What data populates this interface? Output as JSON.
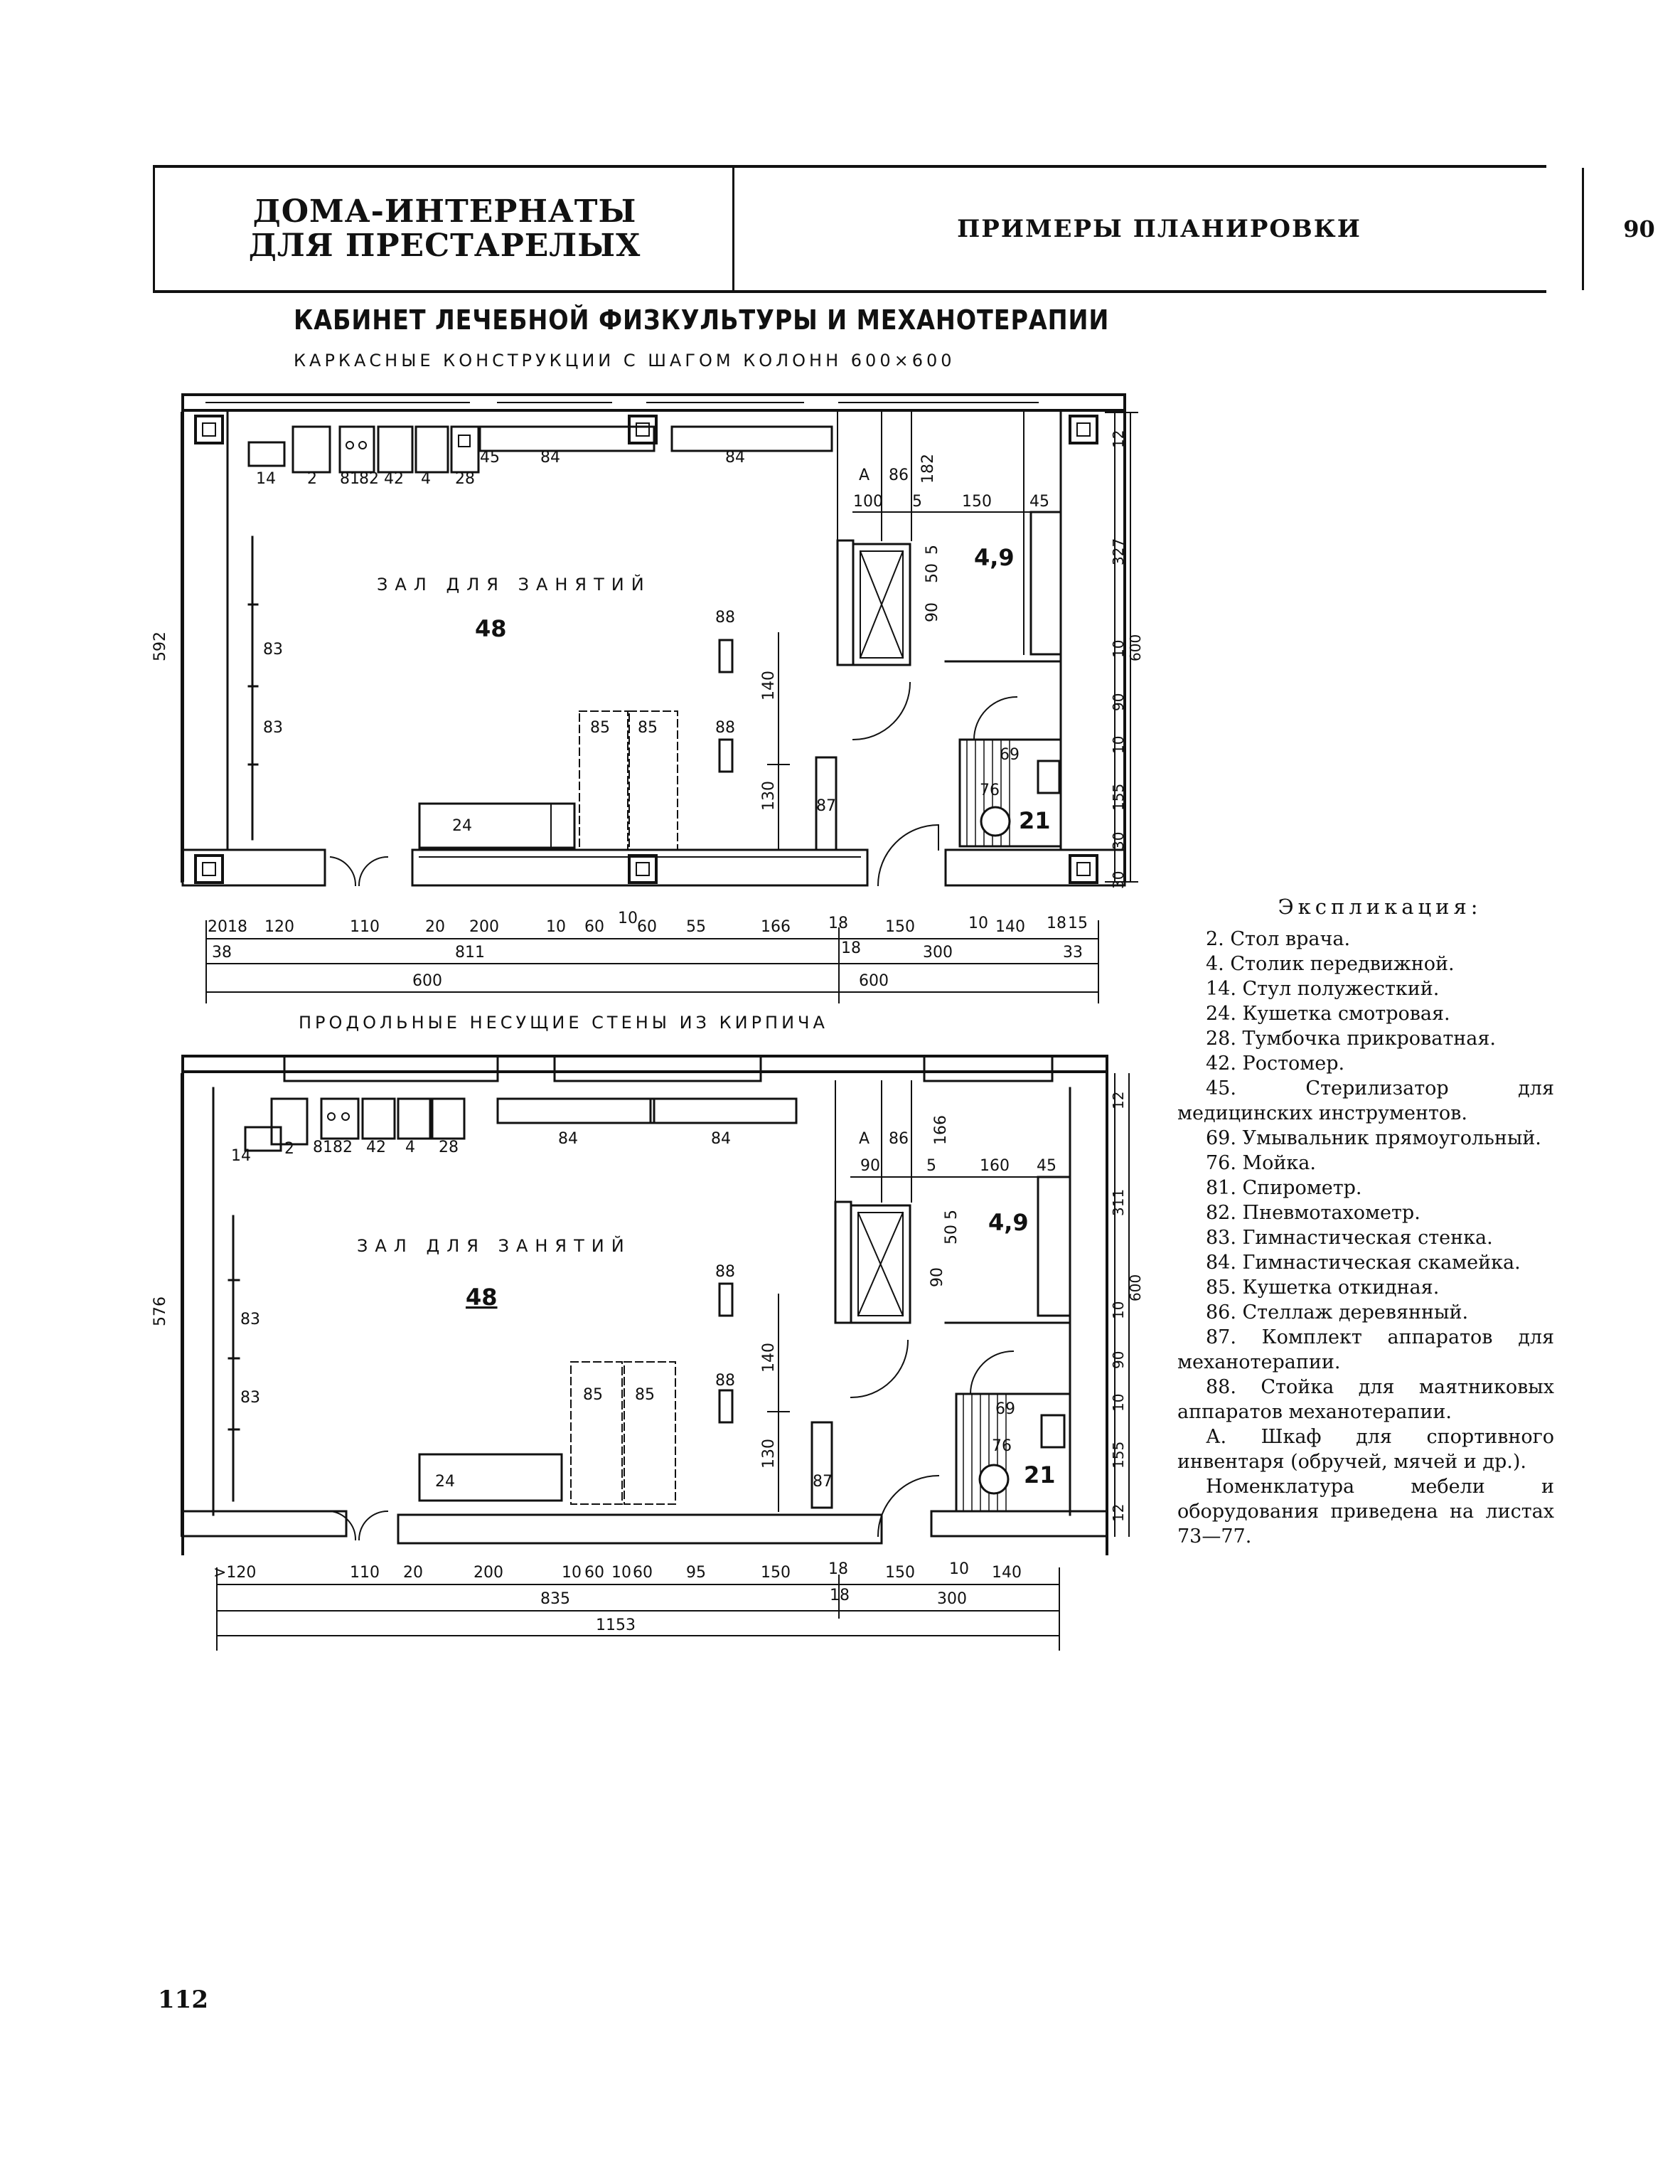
{
  "header": {
    "section_line1": "ДОМА-ИНТЕРНАТЫ",
    "section_line2": "ДЛЯ ПРЕСТАРЕЛЫХ",
    "topic": "ПРИМЕРЫ ПЛАНИРОВКИ",
    "sheet": "90"
  },
  "title": "КАБИНЕТ ЛЕЧЕБНОЙ ФИЗКУЛЬТУРЫ И МЕХАНОТЕРАПИИ",
  "plan1": {
    "subtitle": "КАРКАСНЫЕ КОНСТРУКЦИИ С ШАГОМ КОЛОНН 600×600",
    "hall_name": "ЗАЛ ДЛЯ ЗАНЯТИЙ",
    "hall_num": "48",
    "room_small": "4,9",
    "room_wc": "21",
    "left_dim": "592",
    "dims_row1": [
      "20",
      "18",
      "120",
      "110",
      "20",
      "200",
      "10",
      "60",
      "10",
      "60",
      "55",
      "166",
      "18",
      "150",
      "10",
      "140",
      "18",
      "15"
    ],
    "dims_row2": [
      "38",
      "811",
      "18",
      "300",
      "33"
    ],
    "dims_row3": [
      "600",
      "600"
    ],
    "right_dims": [
      "12",
      "327",
      "10",
      "90",
      "10",
      "155",
      "30",
      "30",
      "600"
    ],
    "inner_dims": [
      "86",
      "182",
      "100",
      "5",
      "150",
      "45",
      "5",
      "50",
      "90",
      "140",
      "130"
    ]
  },
  "plan2": {
    "subtitle": "ПРОДОЛЬНЫЕ НЕСУЩИЕ СТЕНЫ ИЗ КИРПИЧА",
    "hall_name": "ЗАЛ ДЛЯ ЗАНЯТИЙ",
    "hall_num": "48",
    "room_small": "4,9",
    "room_wc": "21",
    "left_dim": "576",
    "dims_row1": [
      ">120",
      "110",
      "20",
      "200",
      "10",
      "60",
      "10",
      "60",
      "95",
      "150",
      "18",
      "150",
      "10",
      "140"
    ],
    "dims_row2": [
      "835",
      "18",
      "300"
    ],
    "dims_row3": [
      "1153"
    ],
    "right_dims": [
      "12",
      "311",
      "10",
      "90",
      "10",
      "155",
      "12",
      "600"
    ],
    "inner_dims": [
      "86",
      "166",
      "90",
      "5",
      "160",
      "45",
      "5",
      "50",
      "90",
      "140",
      "130"
    ]
  },
  "labels": {
    "l14": "14",
    "l2": "2",
    "l81": "81",
    "l82": "82",
    "l42": "42",
    "l4": "4",
    "l28": "28",
    "l45": "45",
    "l84": "84",
    "lA": "A",
    "l83": "83",
    "l85": "85",
    "l88": "88",
    "l24": "24",
    "l87": "87",
    "l69": "69",
    "l76": "76"
  },
  "legend": {
    "title": "Экспликация:",
    "items": [
      "2. Стол врача.",
      "4. Столик передвижной.",
      "14. Стул полужесткий.",
      "24. Кушетка смотровая.",
      "28. Тумбочка прикроватная.",
      "42. Ростомер.",
      "45. Стерилизатор для медицинских инструментов.",
      "69. Умывальник прямоугольный.",
      "76. Мойка.",
      "81. Спирометр.",
      "82. Пневмотахометр.",
      "83. Гимнастическая стенка.",
      "84. Гимнастическая скамейка.",
      "85. Кушетка откидная.",
      "86. Стеллаж деревянный.",
      "87. Комплект аппаратов для механотерапии.",
      "88. Стойка для маятниковых аппаратов механотерапии.",
      "А. Шкаф для спортивного инвентаря (обручей, мячей и др.).",
      "Номенклатура мебели и оборудования приведена на листах 73—77."
    ]
  },
  "page_number": "112"
}
